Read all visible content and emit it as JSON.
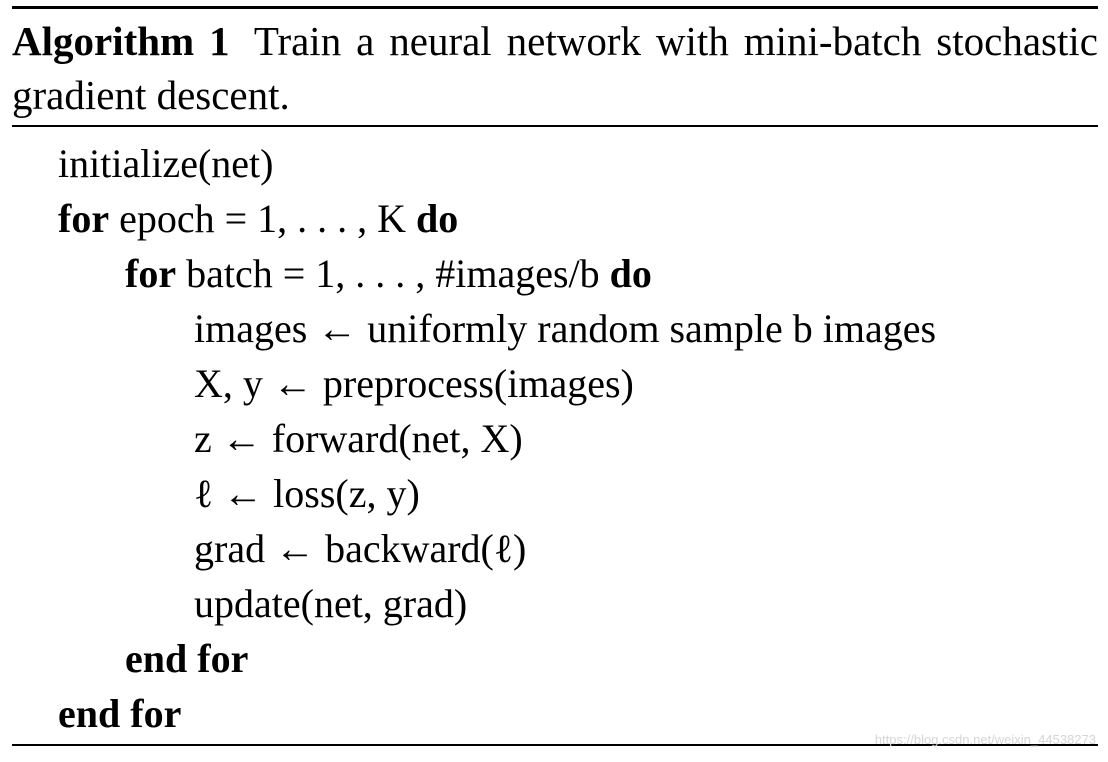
{
  "algorithm": {
    "label": "Algorithm 1",
    "caption": "Train a neural network with mini-batch stochastic gradient descent."
  },
  "lines": [
    {
      "indent": 0,
      "text": "initialize(net)"
    },
    {
      "indent": 0,
      "kw_start": "for",
      "text": "epoch = 1, . . . , K",
      "kw_end": "do"
    },
    {
      "indent": 1,
      "kw_start": "for",
      "text": "batch = 1, . . . , #images/b",
      "kw_end": "do"
    },
    {
      "indent": 2,
      "text": "images ← uniformly random sample b images"
    },
    {
      "indent": 2,
      "text": "X, y ← preprocess(images)"
    },
    {
      "indent": 2,
      "text": "z ← forward(net, X)"
    },
    {
      "indent": 2,
      "text": "ℓ ← loss(z, y)"
    },
    {
      "indent": 2,
      "text": "grad ← backward(ℓ)"
    },
    {
      "indent": 2,
      "text": "update(net, grad)"
    },
    {
      "indent": 1,
      "kw_start": "end for"
    },
    {
      "indent": 0,
      "kw_start": "end for"
    }
  ],
  "watermark": "https://blog.csdn.net/weixin_44538273"
}
